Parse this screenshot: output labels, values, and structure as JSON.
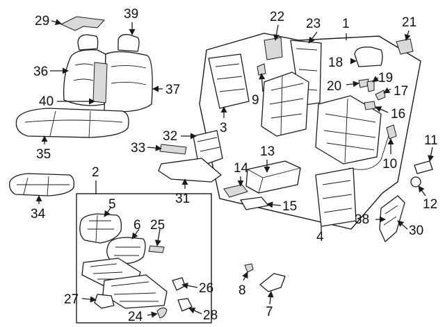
{
  "diagram": {
    "callouts": [
      {
        "id": "c1",
        "label": "1"
      },
      {
        "id": "c2",
        "label": "2"
      },
      {
        "id": "c3",
        "label": "3"
      },
      {
        "id": "c4",
        "label": "4"
      },
      {
        "id": "c5",
        "label": "5"
      },
      {
        "id": "c6",
        "label": "6"
      },
      {
        "id": "c7",
        "label": "7"
      },
      {
        "id": "c8",
        "label": "8"
      },
      {
        "id": "c9",
        "label": "9"
      },
      {
        "id": "c10",
        "label": "10"
      },
      {
        "id": "c11",
        "label": "11"
      },
      {
        "id": "c12",
        "label": "12"
      },
      {
        "id": "c13",
        "label": "13"
      },
      {
        "id": "c14",
        "label": "14"
      },
      {
        "id": "c15",
        "label": "15"
      },
      {
        "id": "c16",
        "label": "16"
      },
      {
        "id": "c17",
        "label": "17"
      },
      {
        "id": "c18",
        "label": "18"
      },
      {
        "id": "c19",
        "label": "19"
      },
      {
        "id": "c20",
        "label": "20"
      },
      {
        "id": "c21",
        "label": "21"
      },
      {
        "id": "c22",
        "label": "22"
      },
      {
        "id": "c23",
        "label": "23"
      },
      {
        "id": "c24",
        "label": "24"
      },
      {
        "id": "c25",
        "label": "25"
      },
      {
        "id": "c26",
        "label": "26"
      },
      {
        "id": "c27",
        "label": "27"
      },
      {
        "id": "c28",
        "label": "28"
      },
      {
        "id": "c29",
        "label": "29"
      },
      {
        "id": "c30",
        "label": "30"
      },
      {
        "id": "c31",
        "label": "31"
      },
      {
        "id": "c32",
        "label": "32"
      },
      {
        "id": "c33",
        "label": "33"
      },
      {
        "id": "c34",
        "label": "34"
      },
      {
        "id": "c35",
        "label": "35"
      },
      {
        "id": "c36",
        "label": "36"
      },
      {
        "id": "c37",
        "label": "37"
      },
      {
        "id": "c38",
        "label": "38"
      },
      {
        "id": "c39",
        "label": "39"
      },
      {
        "id": "c40",
        "label": "40"
      }
    ]
  }
}
